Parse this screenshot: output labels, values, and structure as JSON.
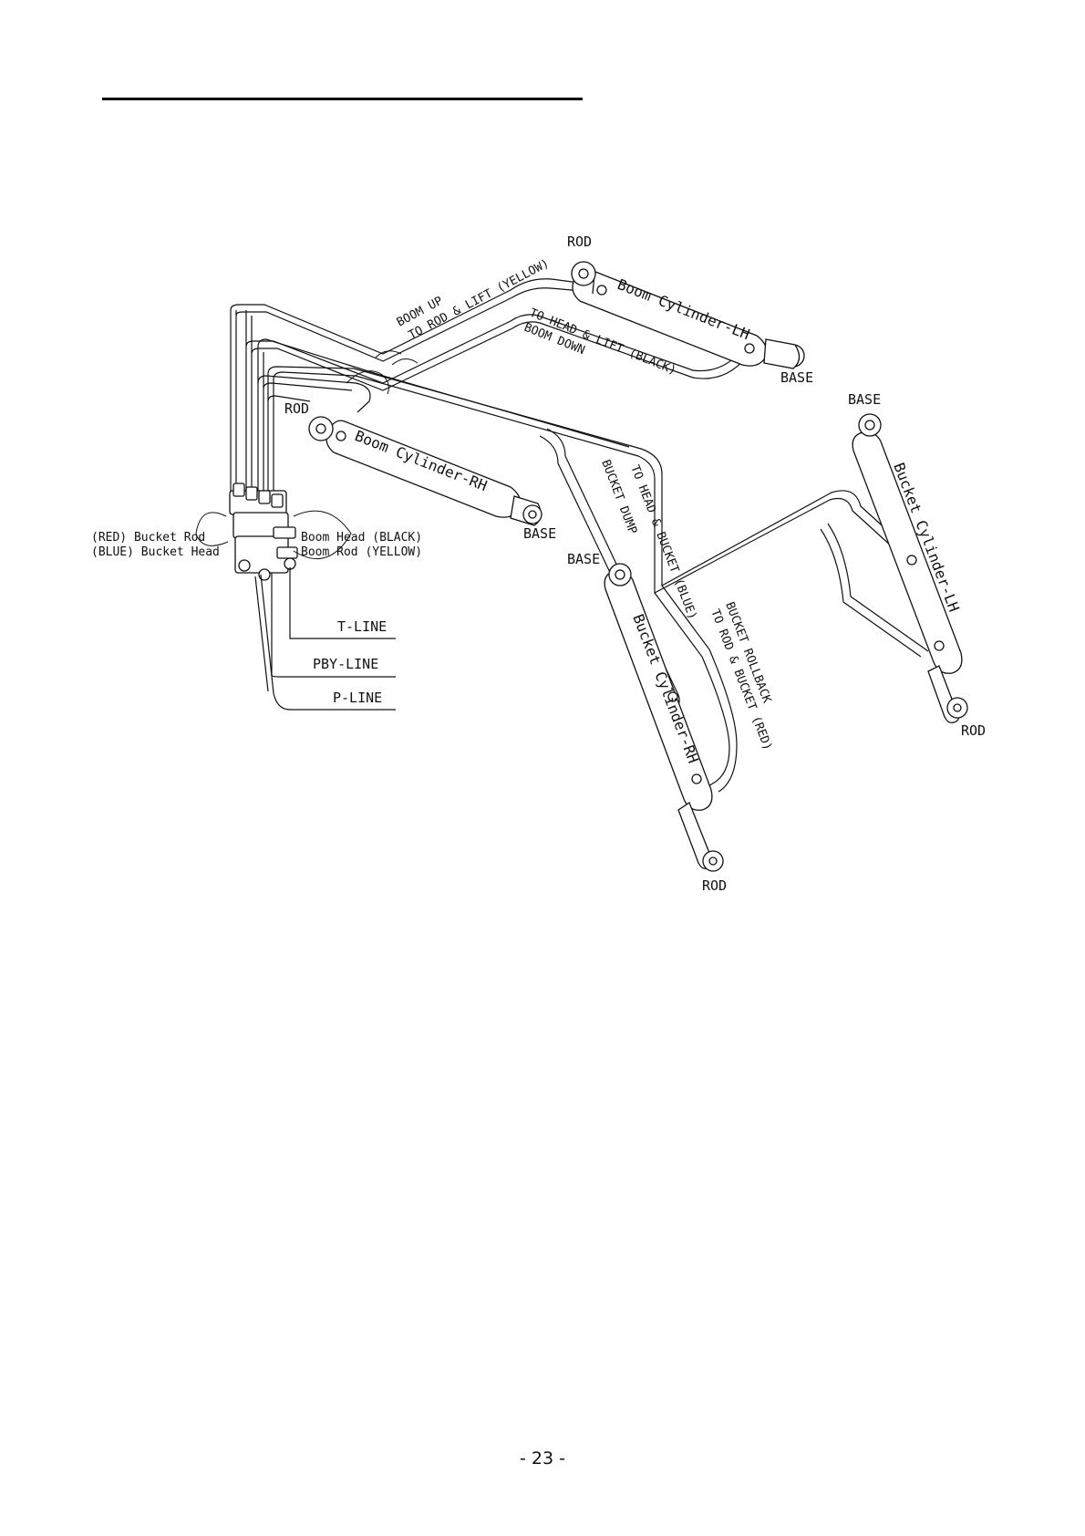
{
  "cylinders": {
    "boom_lh": {
      "name": "Boom Cylinder-LH",
      "rod_label": "ROD",
      "base_label": "BASE"
    },
    "boom_rh": {
      "name": "Boom Cylinder-RH",
      "rod_label": "ROD",
      "base_label": "BASE"
    },
    "bucket_lh": {
      "name": "Bucket Cylinder-LH",
      "rod_label": "ROD",
      "base_label": "BASE"
    },
    "bucket_rh": {
      "name": "Bucket Cylinder-RH",
      "rod_label": "ROD",
      "base_label": "BASE"
    }
  },
  "hose_labels": {
    "boom_up_1": "BOOM UP",
    "boom_up_2": "TO ROD & LIFT (YELLOW)",
    "boom_down_1": "TO HEAD & LIFT (BLACK)",
    "boom_down_2": "BOOM DOWN",
    "bucket_dump_1": "TO HEAD & BUCKET (BLUE)",
    "bucket_dump_2": "BUCKET DUMP",
    "bucket_rollback_1": "BUCKET ROLLBACK",
    "bucket_rollback_2": "TO ROD & BUCKET (RED)"
  },
  "valve_ports": {
    "bucket_rod": "(RED) Bucket Rod",
    "bucket_head": "(BLUE) Bucket Head",
    "boom_head": "Boom Head (BLACK)",
    "boom_rod": "Boom Rod (YELLOW)"
  },
  "lines": {
    "t_line": "T-LINE",
    "pby_line": "PBY-LINE",
    "p_line": "P-LINE"
  },
  "page_number": "- 23 -"
}
